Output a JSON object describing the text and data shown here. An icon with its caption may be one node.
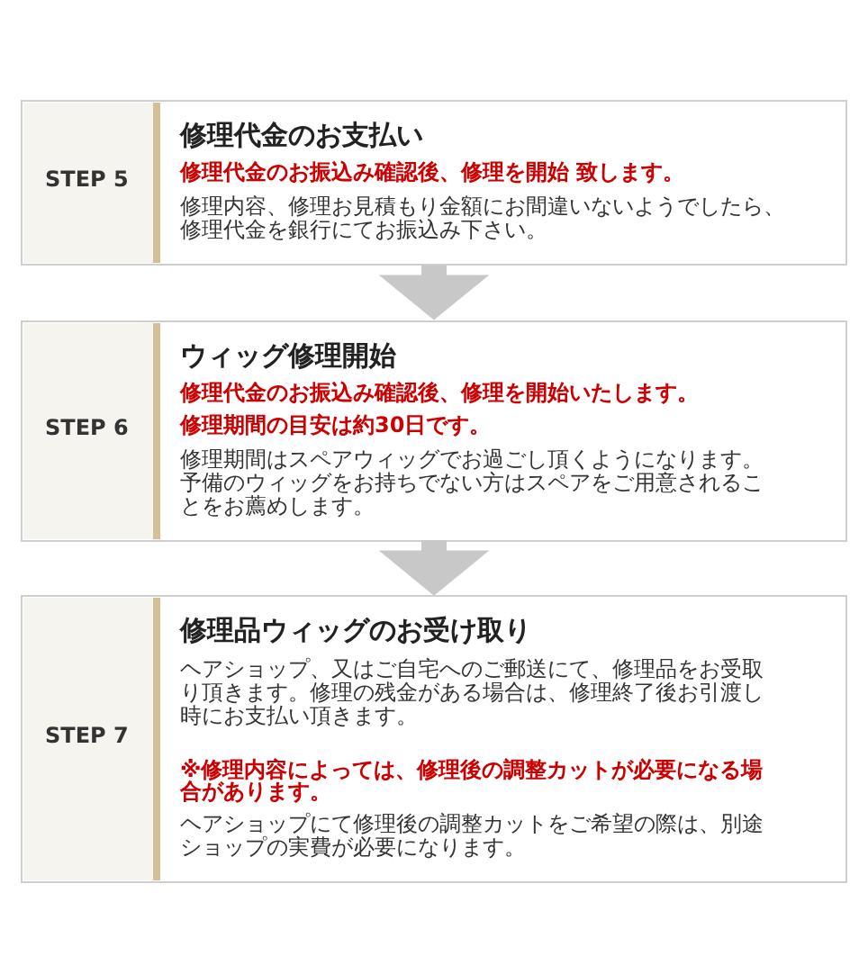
{
  "diagram": {
    "nodes": [
      {
        "text": [
          "STEP 5",
          "修理代金のお支払い",
          "修理代金のお振込み確認後、修理を開始 致します。",
          "修理内容、修理お見積もり金額にお間違いないようでしたら、修理代金を銀行にてお振込み下さい。"
        ]
      },
      {
        "text": [
          "STEP 6",
          "ウィッグ修理開始",
          "修理代金のお振込み確認後、修理を開始いたします。",
          "修理期間の目安は約30日です。",
          "修理期間はスペアウィッグでお過ごし頂くようになります。予備のウィッグをお持ちでない方はスペアをご用意されることをお薦めします。"
        ]
      },
      {
        "text": [
          "STEP 7",
          "修理品ウィッグのお受け取り",
          "ヘアショップ、又はご自宅へのご郵送にて、修理品をお受取り頂きます。修理の残金がある場合は、修理終了後お引渡し時にお支払い頂きます。",
          "※修理内容によっては、修理後の調整カットが必要になる場合があります。",
          "ヘアショップにて修理後の調整カットをご希望の際は、別途ショップの実費が必要になります。"
        ]
      }
    ],
    "edges": [
      {
        "from": 0,
        "to": 1,
        "arrow": "to"
      },
      {
        "from": 1,
        "to": 2,
        "arrow": "to"
      }
    ]
  }
}
